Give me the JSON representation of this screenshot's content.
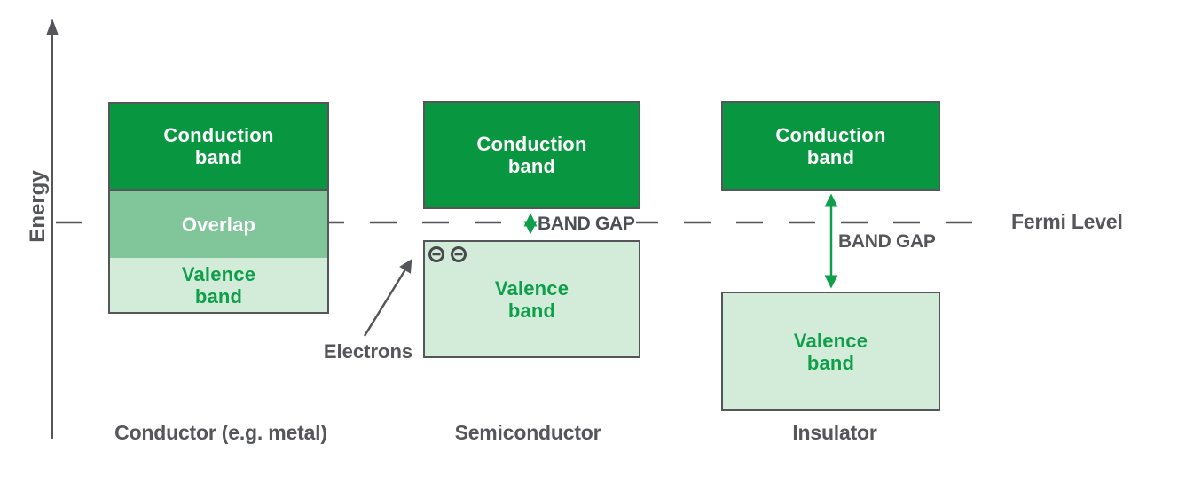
{
  "energy_axis": {
    "label": "Energy"
  },
  "fermi_level": {
    "label": "Fermi Level"
  },
  "conductor": {
    "caption": "Conductor (e.g. metal)",
    "conduction_band": "Conduction\nband",
    "overlap": "Overlap",
    "valence_band": "Valence\nband"
  },
  "semiconductor": {
    "caption": "Semiconductor",
    "conduction_band": "Conduction\nband",
    "valence_band": "Valence\nband",
    "band_gap": "BAND GAP",
    "electrons": "Electrons",
    "electron_count": 2
  },
  "insulator": {
    "caption": "Insulator",
    "conduction_band": "Conduction\nband",
    "valence_band": "Valence\nband",
    "band_gap": "BAND GAP"
  },
  "colors": {
    "conduction_band_green": "#099641",
    "overlap_band_green": "#80c69a",
    "valence_band_green": "#d3ebd9",
    "outline_and_text_gray": "#54565a",
    "accent_green": "#0f9f4a",
    "background": "#ffffff"
  }
}
